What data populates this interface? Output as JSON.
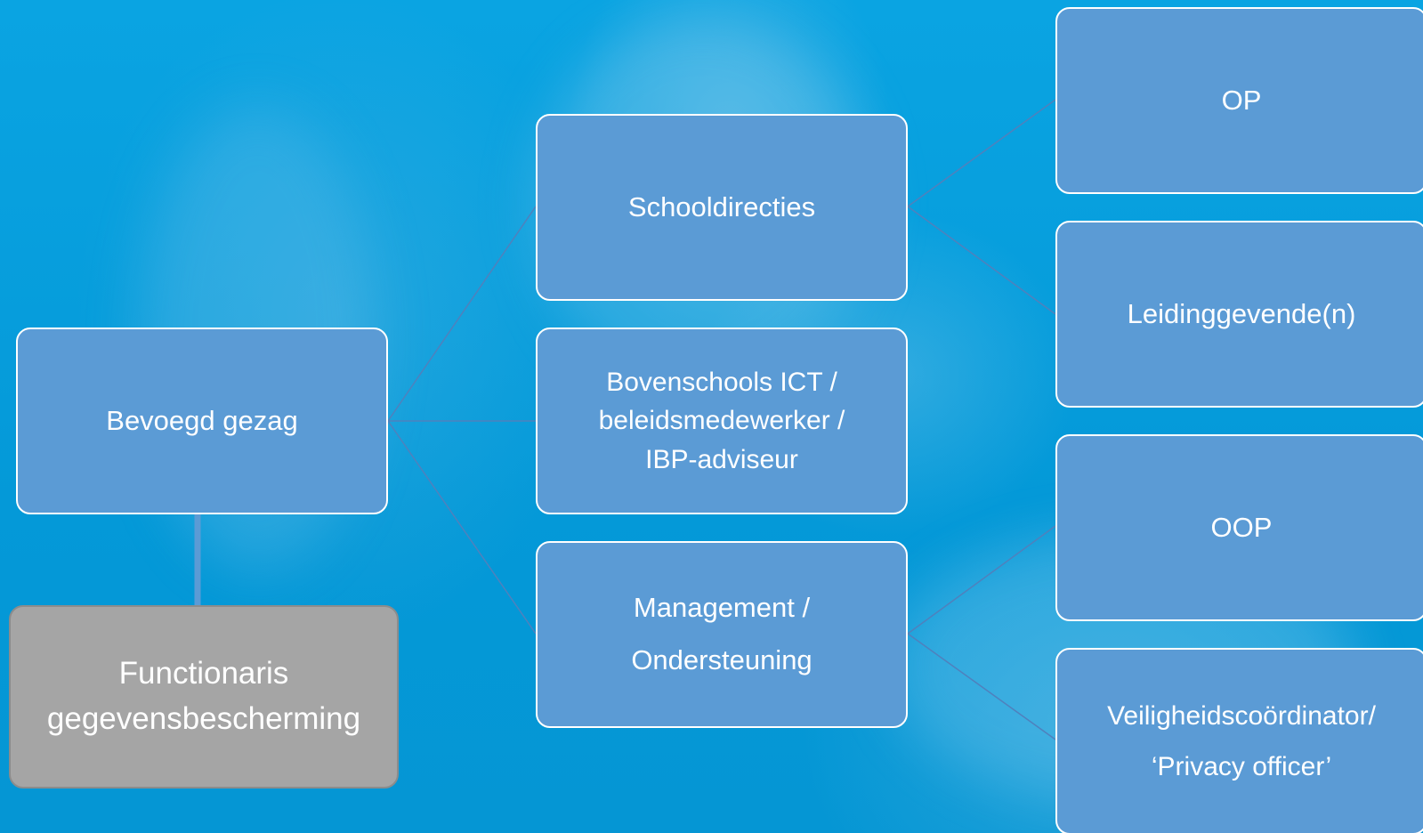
{
  "colors": {
    "background": "#029bdb",
    "box_fill": "#5b9bd5",
    "box_border": "#ffffff",
    "highlight_fill": "#a5a5a5",
    "connector": "#4f81bd"
  },
  "nodes": {
    "bevoegd_gezag": "Bevoegd gezag",
    "functionaris": "Functionaris\ngegevensbescherming",
    "schooldirecties": "Schooldirecties",
    "bovenschools": "Bovenschools ICT /\nbeleidsmedewerker /\nIBP-adviseur",
    "management": "Management /\nOndersteuning",
    "op": "OP",
    "leidinggevende": "Leidinggevende(n)",
    "oop": "OOP",
    "veiligheid": "Veiligheidscoördinator/\n‘Privacy officer’"
  }
}
